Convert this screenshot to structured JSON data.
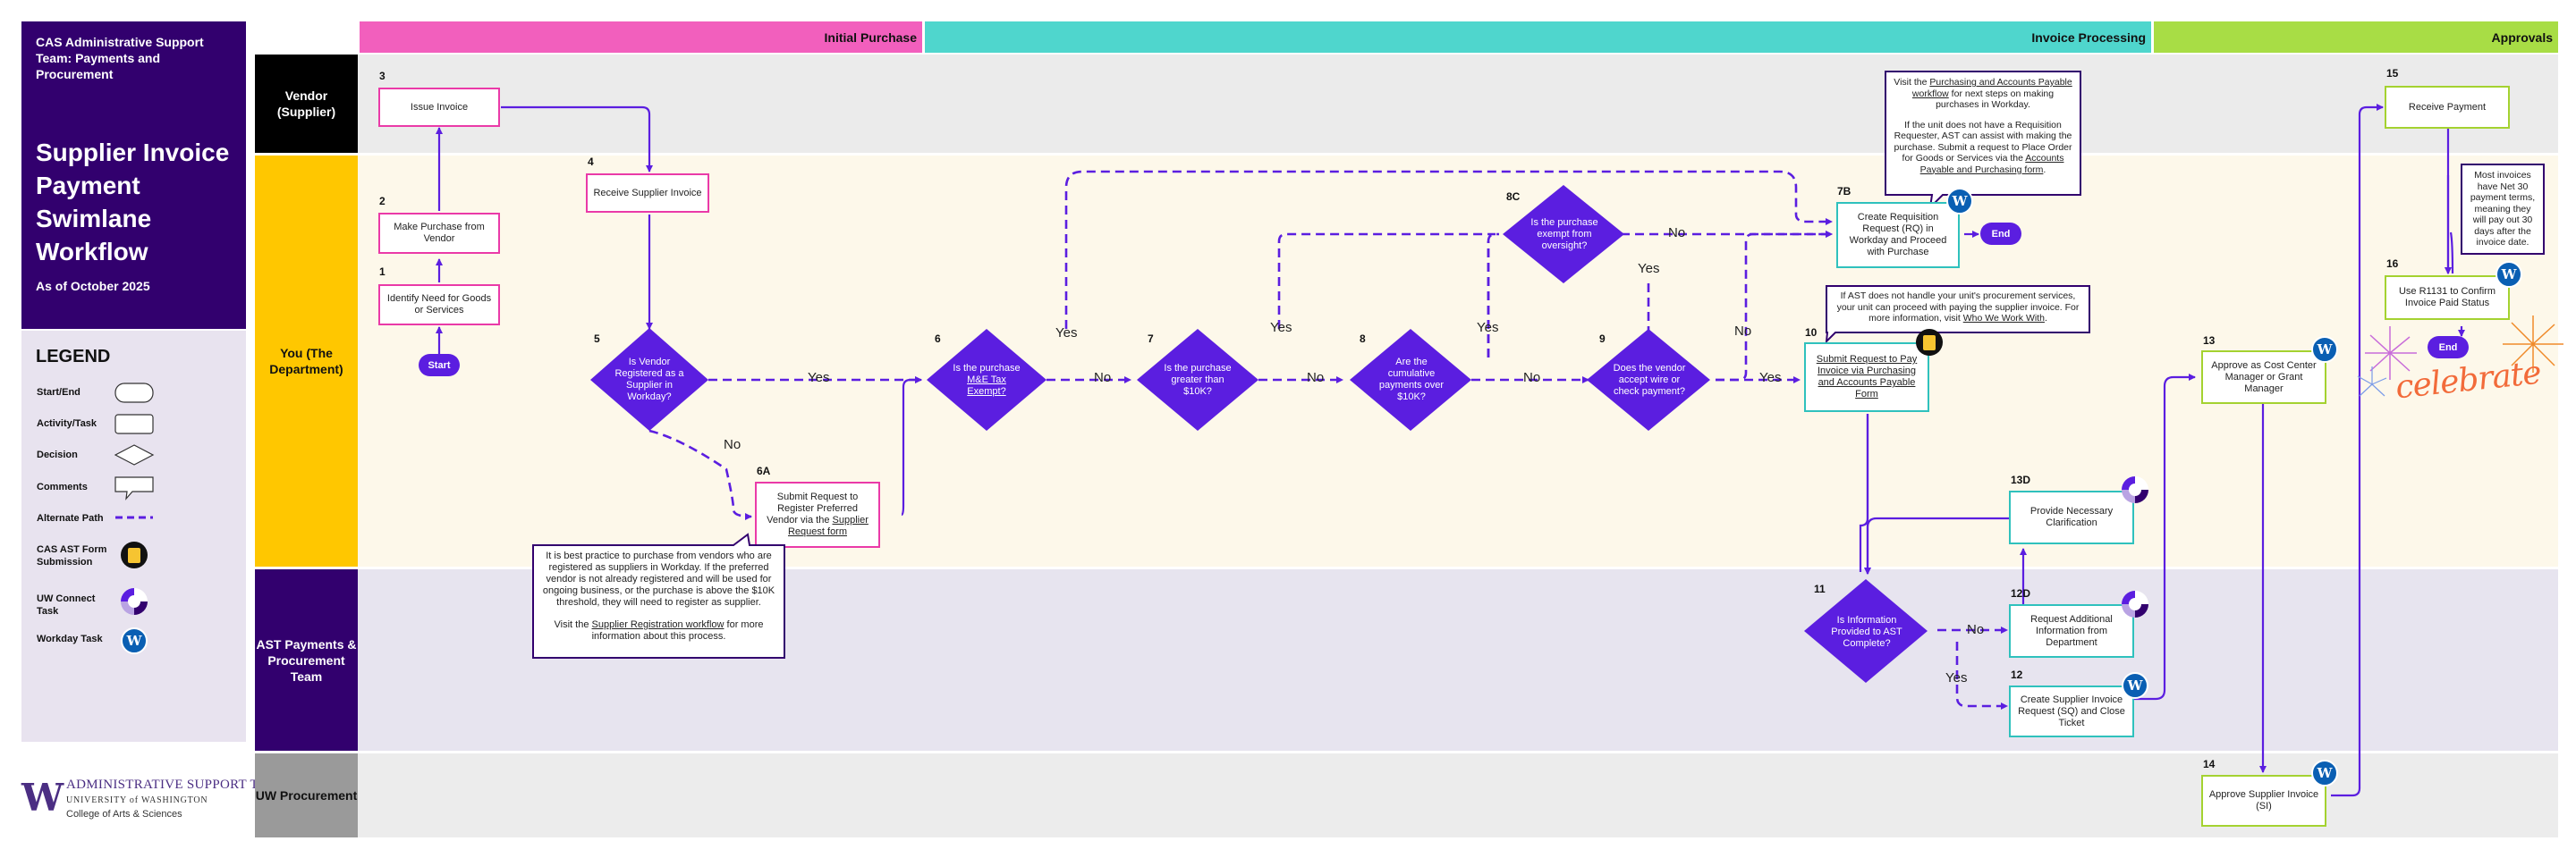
{
  "sidebar": {
    "org": "CAS Administrative Support Team: Payments and Procurement",
    "title": "Supplier Invoice Payment Swimlane Workflow",
    "date": "As of October 2025"
  },
  "legend": {
    "title": "LEGEND",
    "items": [
      "Start/End",
      "Activity/Task",
      "Decision",
      "Comments",
      "Alternate Path",
      "CAS AST Form Submission",
      "UW Connect Task",
      "Workday Task"
    ]
  },
  "logo": {
    "mark": "W",
    "line1": "ADMINISTRATIVE SUPPORT TEAM",
    "line2": "UNIVERSITY of WASHINGTON",
    "line3": "College of Arts & Sciences"
  },
  "lanes": [
    "Vendor (Supplier)",
    "You (The Department)",
    "AST Payments & Procurement Team",
    "UW Procurement"
  ],
  "phases": [
    "Initial Purchase",
    "Invoice Processing",
    "Approvals"
  ],
  "colors": {
    "purple_dark": "#32006e",
    "violet": "#5b1ee0",
    "pink": "#ea3aa8",
    "teal": "#4fd6cd",
    "green": "#a4d230",
    "gold": "#ffc700",
    "gray": "#9a9a9a"
  },
  "steps": {
    "s1": {
      "num": "1",
      "text": "Identify Need for Goods or Services"
    },
    "s2": {
      "num": "2",
      "text": "Make Purchase from Vendor"
    },
    "s3": {
      "num": "3",
      "text": "Issue Invoice"
    },
    "s4": {
      "num": "4",
      "text": "Receive Supplier Invoice"
    },
    "s5": {
      "num": "5",
      "text": "Is Vendor Registered as a Supplier in Workday?"
    },
    "s6A": {
      "num": "6A",
      "pre": "Submit Request to Register Preferred Vendor via the ",
      "link": "Supplier Request form"
    },
    "s6": {
      "num": "6",
      "pre": "Is the purchase ",
      "link": "M&E Tax Exempt?"
    },
    "s7": {
      "num": "7",
      "text": "Is the purchase greater than $10K?"
    },
    "s8": {
      "num": "8",
      "text": "Are the cumulative payments over $10K?"
    },
    "s8C": {
      "num": "8C",
      "text": "Is the purchase exempt from oversight?"
    },
    "s9": {
      "num": "9",
      "text": "Does the vendor accept wire or check payment?"
    },
    "s7B": {
      "num": "7B",
      "text": "Create Requisition Request (RQ) in Workday and Proceed with Purchase"
    },
    "s10": {
      "num": "10",
      "link": "Submit Request to Pay Invoice via Purchasing and Accounts Payable Form"
    },
    "s11": {
      "num": "11",
      "text": "Is Information Provided to AST Complete?"
    },
    "s12": {
      "num": "12",
      "text": "Create Supplier Invoice Request (SQ) and Close Ticket"
    },
    "s12D": {
      "num": "12D",
      "text": "Request Additional Information from Department"
    },
    "s13D": {
      "num": "13D",
      "text": "Provide Necessary Clarification"
    },
    "s13": {
      "num": "13",
      "text": "Approve as Cost Center Manager or Grant Manager"
    },
    "s14": {
      "num": "14",
      "text": "Approve Supplier Invoice (SI)"
    },
    "s15": {
      "num": "15",
      "text": "Receive Payment"
    },
    "s16": {
      "num": "16",
      "text": "Use R1131 to Confirm Invoice Paid Status"
    }
  },
  "pills": {
    "start": "Start",
    "end1": "End",
    "end2": "End"
  },
  "labels": {
    "yes": "Yes",
    "no": "No"
  },
  "comments": {
    "c1": {
      "p1": "It is best practice to purchase from vendors who are registered as suppliers in Workday. If the preferred vendor is not already registered and will be used for ongoing business, or the purchase is above the $10K threshold, they will need to register as supplier.",
      "p2a": "Visit the ",
      "p2link": "Supplier Registration workflow",
      "p2b": " for more information about this process."
    },
    "c2": {
      "p1a": "Visit the ",
      "p1link": "Purchasing and Accounts Payable workflow",
      "p1b": " for next steps on making purchases in Workday.",
      "p2a": "If the unit does not have a Requisition Requester, AST can assist with making the purchase. Submit a request to Place Order for Goods or Services via the ",
      "p2link": "Accounts Payable and Purchasing form",
      "p2b": "."
    },
    "c3": {
      "a": "If AST does not handle your unit's procurement services, your unit can proceed with paying the supplier invoice. For more information, visit ",
      "link": "Who We Work With",
      "b": "."
    },
    "c4": {
      "text": "Most invoices have Net 30 payment terms, meaning they will pay out 30 days after the invoice date."
    }
  },
  "celebrate": "celebrate"
}
